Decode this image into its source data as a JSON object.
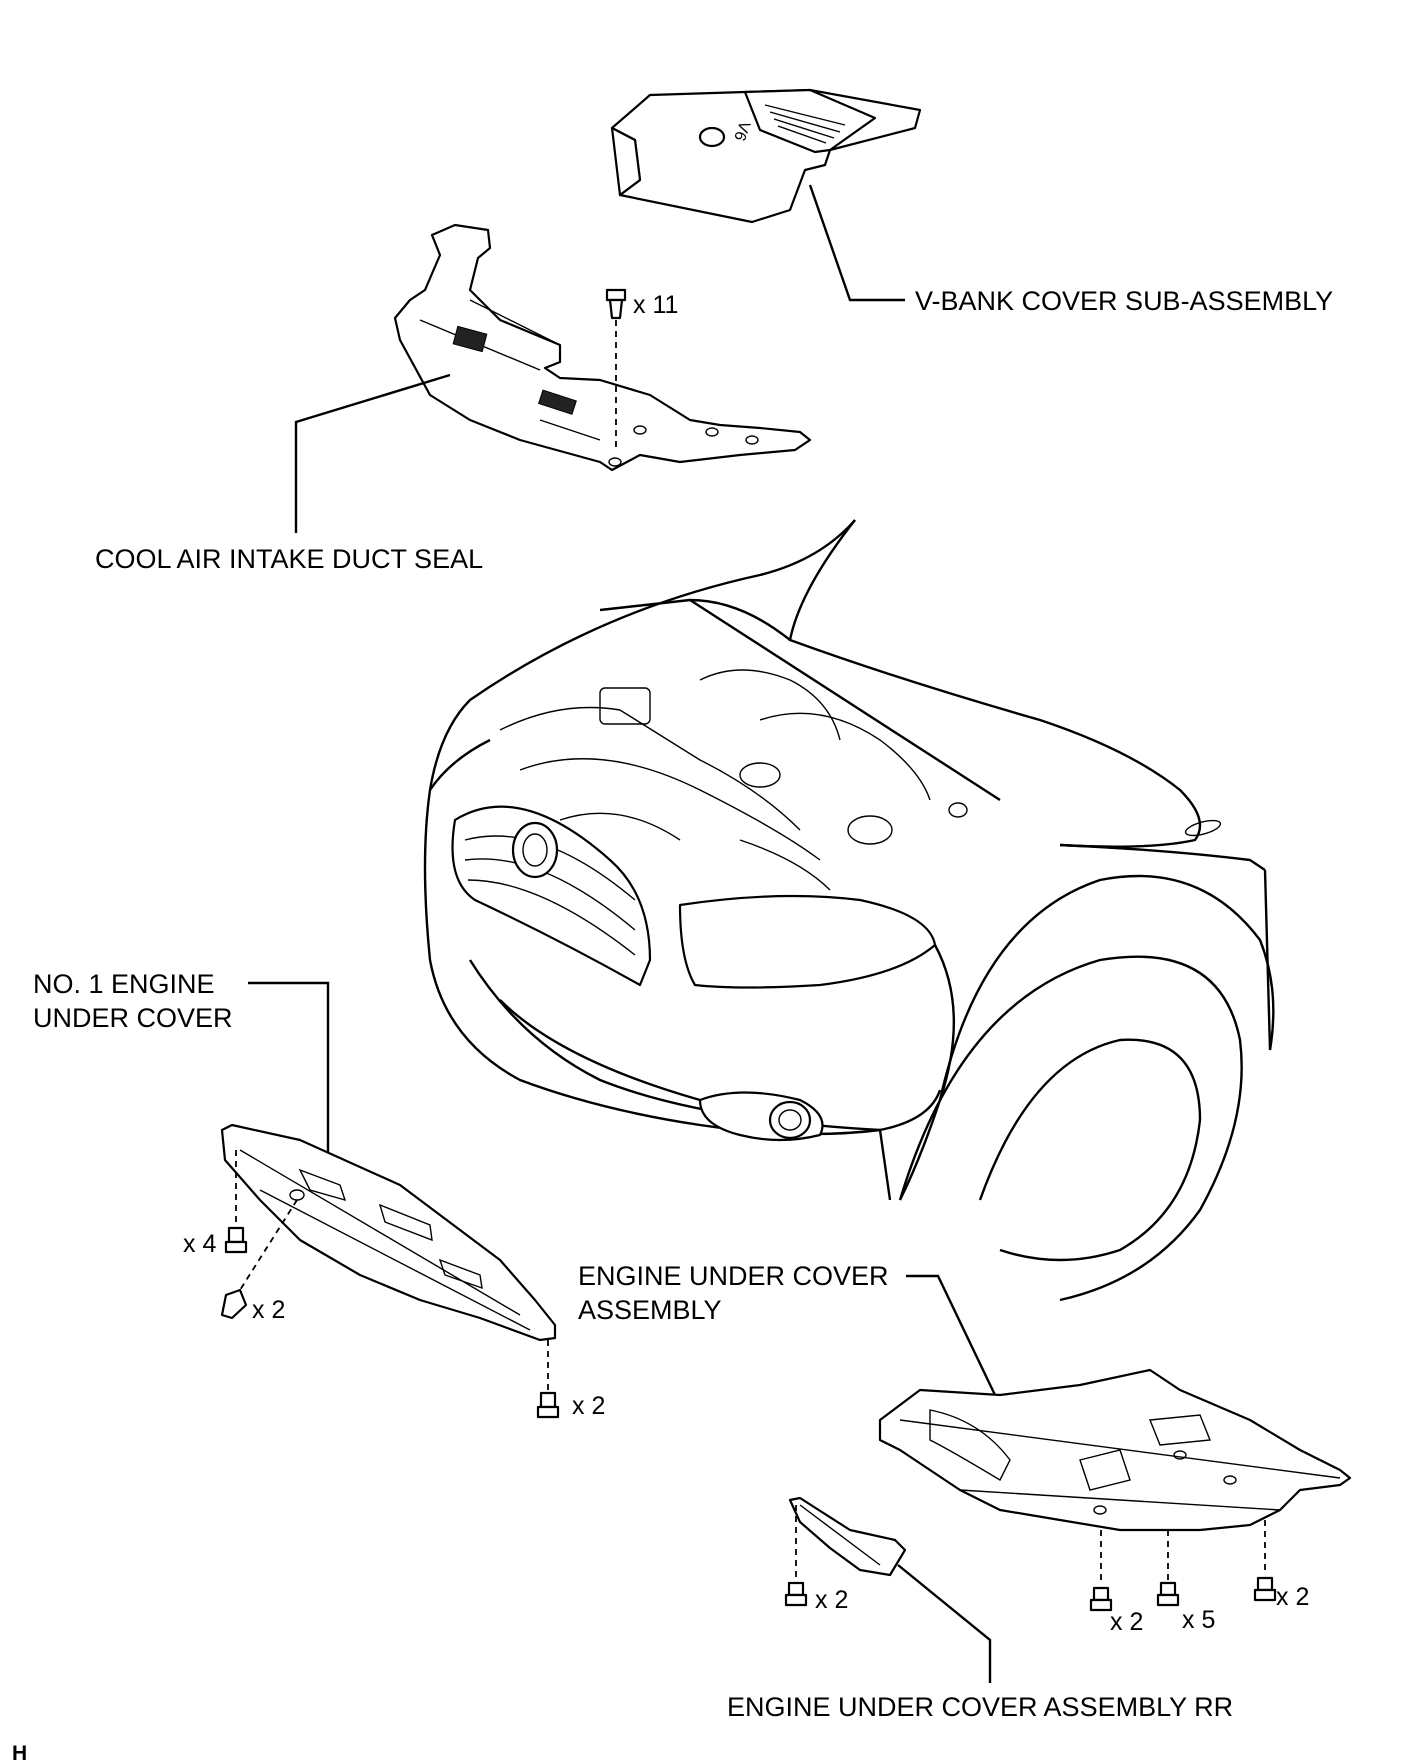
{
  "labels": {
    "v_bank_cover": "V-BANK COVER SUB-ASSEMBLY",
    "cool_air_intake": "COOL AIR INTAKE DUCT SEAL",
    "no1_engine_under_cover_line1": "NO. 1 ENGINE",
    "no1_engine_under_cover_line2": "UNDER COVER",
    "engine_under_cover_line1": "ENGINE UNDER COVER",
    "engine_under_cover_line2": "ASSEMBLY",
    "engine_under_cover_rr": "ENGINE UNDER COVER ASSEMBLY RR",
    "v6_badge": "V6"
  },
  "quantities": {
    "seal_clips": "x 11",
    "no1_bolts_left": "x 4",
    "no1_screws": "x 2",
    "no1_bolts_right": "x 2",
    "rr_bolts": "x 2",
    "cover_bolts_a": "x 2",
    "cover_bolts_b": "x 5",
    "cover_bolts_c": "x 2"
  },
  "corner_mark": "H"
}
